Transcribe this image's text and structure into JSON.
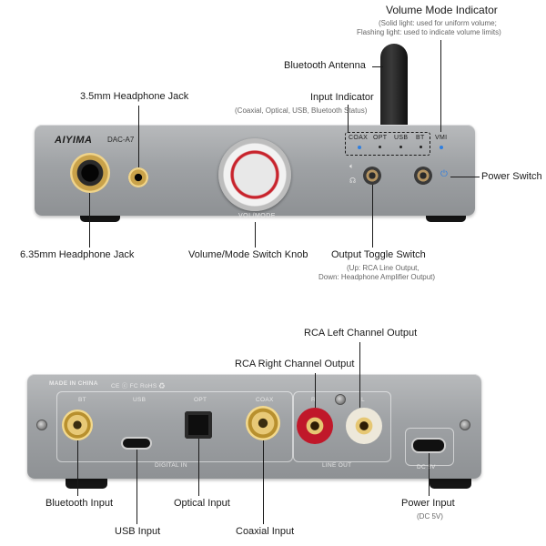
{
  "front": {
    "brand": "AIYIMA",
    "model": "DAC-A7",
    "knob_label": "VOL/MODE",
    "indicators": [
      "COAX",
      "OPT",
      "USB",
      "BT"
    ],
    "vmi_label": "VMI"
  },
  "back": {
    "made_in": "MADE IN CHINA",
    "port_labels": {
      "bt": "BT",
      "usb": "USB",
      "opt": "OPT",
      "coax": "COAX",
      "l": "L",
      "r": "R"
    },
    "digital_in": "DIGITAL IN",
    "line_out": "LINE OUT",
    "dc": "DC 5V"
  },
  "callouts": {
    "volume_mode_indicator": "Volume Mode Indicator",
    "vmi_sub1": "(Solid light: used for uniform volume;",
    "vmi_sub2": "Flashing light: used to indicate volume limits)",
    "bluetooth_antenna": "Bluetooth Antenna",
    "headphone_35": "3.5mm Headphone Jack",
    "input_indicator": "Input Indicator",
    "input_indicator_sub": "(Coaxial, Optical, USB, Bluetooth Status)",
    "power_switch": "Power Switch",
    "headphone_635": "6.35mm Headphone Jack",
    "volume_knob": "Volume/Mode Switch Knob",
    "output_toggle": "Output Toggle Switch",
    "output_toggle_sub1": "(Up: RCA Line Output,",
    "output_toggle_sub2": "Down: Headphone Amplifier Output)",
    "rca_left": "RCA Left Channel Output",
    "rca_right": "RCA Right Channel Output",
    "bluetooth_input": "Bluetooth Input",
    "usb_input": "USB Input",
    "optical_input": "Optical Input",
    "coaxial_input": "Coaxial Input",
    "power_input": "Power Input",
    "power_input_sub": "(DC 5V)"
  },
  "colors": {
    "indicator_led": "#2f7fe0",
    "knob_ring": "#c8232c",
    "panel": "#9fa2a5"
  }
}
